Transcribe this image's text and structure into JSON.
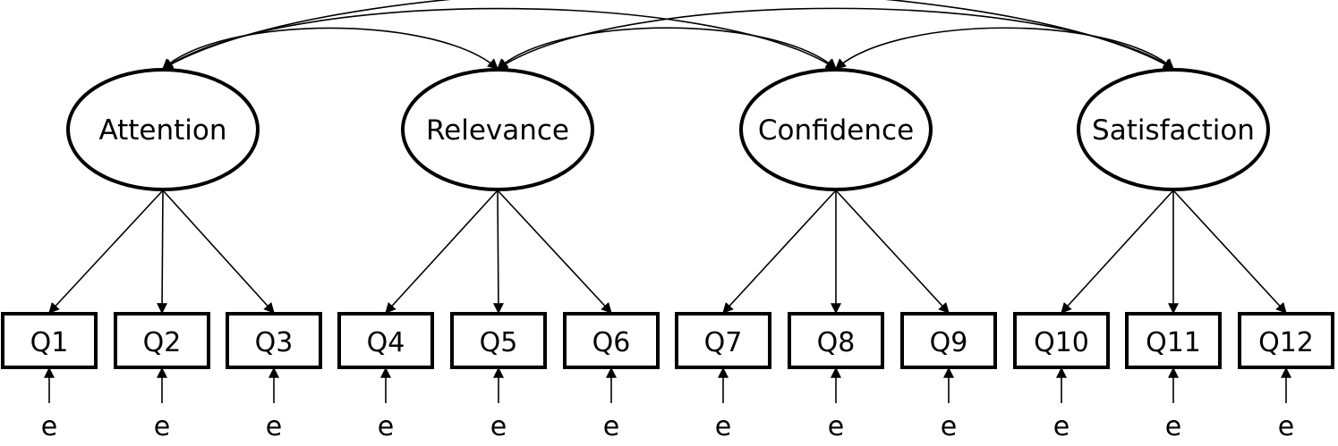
{
  "latents": [
    {
      "id": "attention",
      "label": "Attention",
      "items": [
        "Q1",
        "Q2",
        "Q3"
      ]
    },
    {
      "id": "relevance",
      "label": "Relevance",
      "items": [
        "Q4",
        "Q5",
        "Q6"
      ]
    },
    {
      "id": "confidence",
      "label": "Confidence",
      "items": [
        "Q7",
        "Q8",
        "Q9"
      ]
    },
    {
      "id": "satisfaction",
      "label": "Satisfaction",
      "items": [
        "Q10",
        "Q11",
        "Q12"
      ]
    }
  ],
  "error_label": "e",
  "covariances": [
    [
      "attention",
      "relevance"
    ],
    [
      "attention",
      "confidence"
    ],
    [
      "attention",
      "satisfaction"
    ],
    [
      "relevance",
      "confidence"
    ],
    [
      "relevance",
      "satisfaction"
    ],
    [
      "confidence",
      "satisfaction"
    ]
  ]
}
